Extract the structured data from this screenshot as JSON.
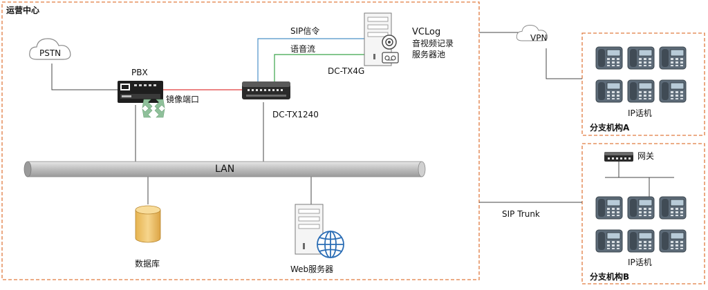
{
  "zones": {
    "ops": "运营中心",
    "branch_a": "分支机构A",
    "branch_b": "分支机构B"
  },
  "nodes": {
    "pstn": "PSTN",
    "pbx": "PBX",
    "mirror_port": "镜像端口",
    "dc_tx1240": "DC-TX1240",
    "dc_tx4g": "DC-TX4G",
    "vclog_line1": "VCLog",
    "vclog_line2": "音视频记录",
    "vclog_line3": "服务器池",
    "lan": "LAN",
    "database": "数据库",
    "web_server": "Web服务器",
    "vpn": "VPN",
    "gateway": "网关",
    "ip_phone_a": "IP话机",
    "ip_phone_b": "IP话机"
  },
  "links": {
    "sip_signal": "SIP信令",
    "voice_stream": "语音流",
    "sip_trunk": "SIP Trunk"
  },
  "colors": {
    "zone_border": "#e07a3f",
    "sip_line": "#4a90c8",
    "voice_line": "#3aa34a",
    "mirror_line": "#e03a3a",
    "db_fill": "#f2c46a",
    "globe": "#2a6db5"
  },
  "icons": {
    "cloud": "cloud-icon",
    "phone": "ip-phone-icon",
    "switch": "switch-icon",
    "server": "server-icon",
    "database": "database-icon",
    "globe": "globe-icon"
  }
}
